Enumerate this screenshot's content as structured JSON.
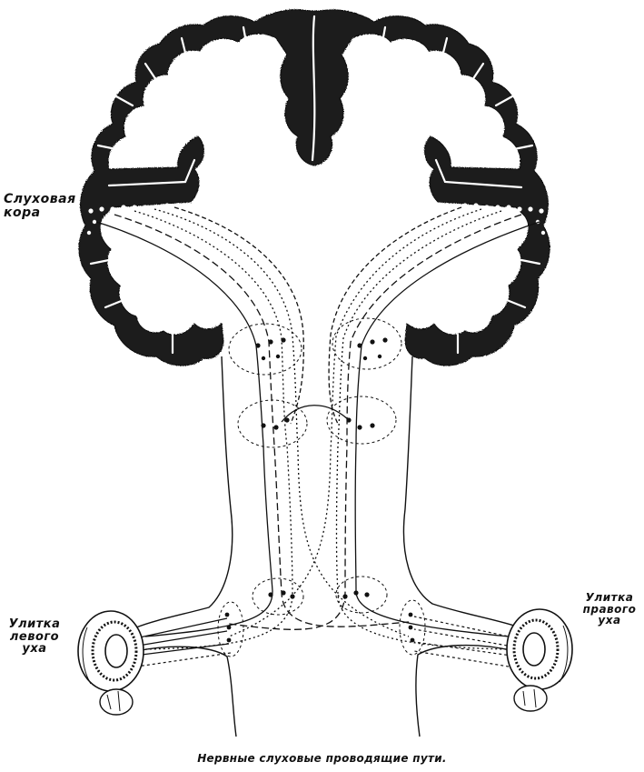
{
  "labels": {
    "cortex_line1": "Слуховая",
    "cortex_line2": "кора",
    "left_line1": "Улитка",
    "left_line2": "левого",
    "left_line3": "уха",
    "right_line1": "Улитка",
    "right_line2": "правого",
    "right_line3": "уха"
  },
  "caption": "Нервные слуховые проводящие пути.",
  "colors": {
    "ink": "#111111",
    "cortex": "#1a1a1a",
    "paper": "#ffffff"
  }
}
